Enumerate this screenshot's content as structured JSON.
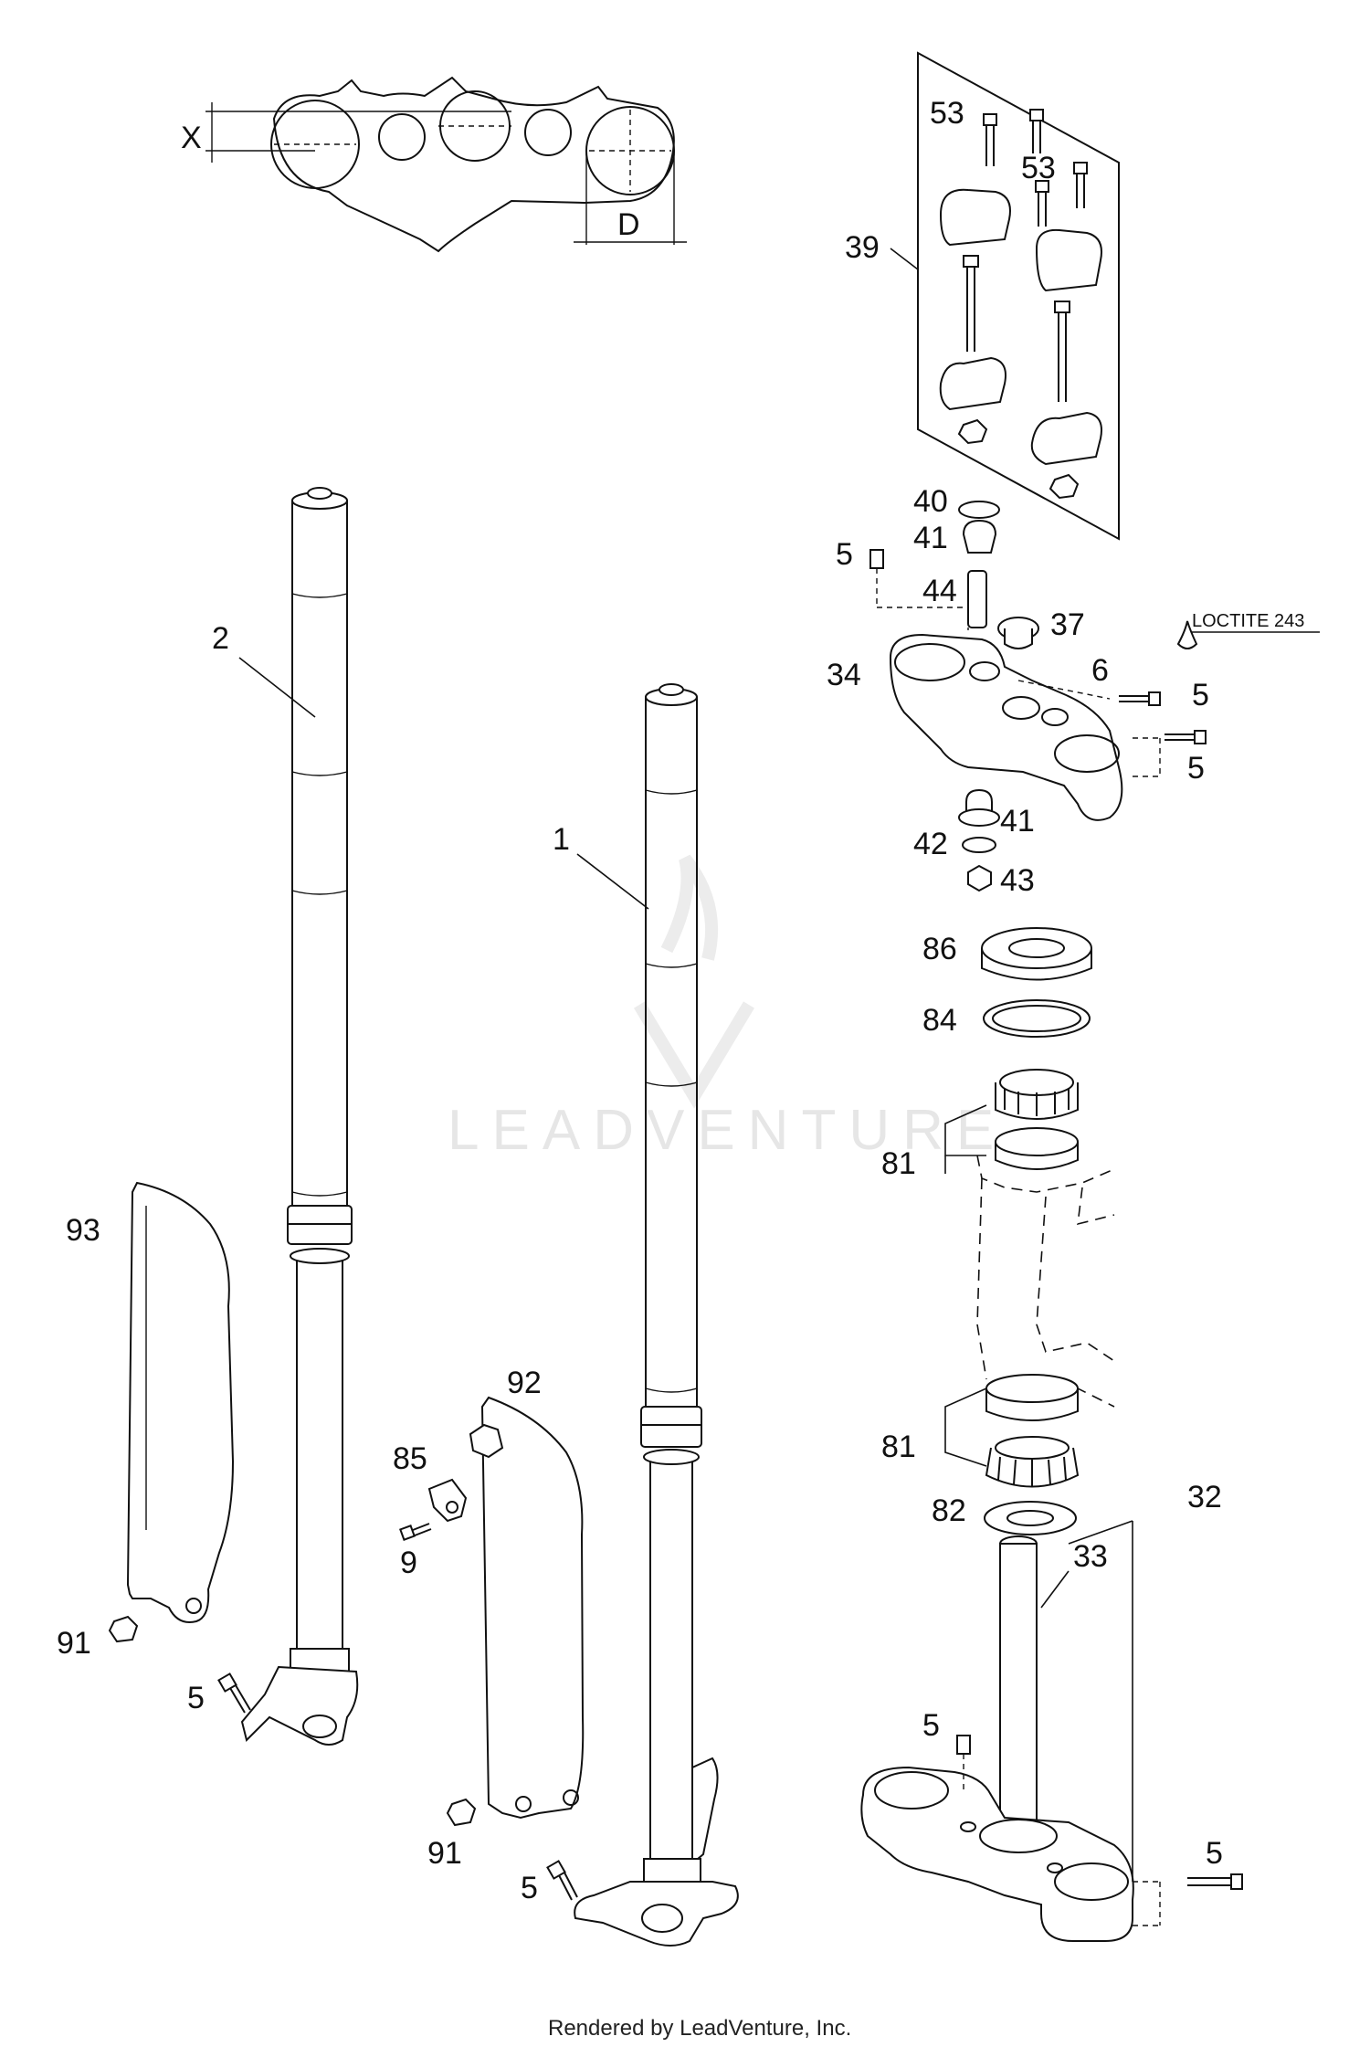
{
  "diagram": {
    "watermark": "LEADVENTURE",
    "footer": "Rendered by LeadVenture, Inc.",
    "note": "LOCTITE 243",
    "dimension_labels": {
      "x": "X",
      "d": "D"
    },
    "callouts": [
      {
        "id": "c53a",
        "text": "53"
      },
      {
        "id": "c53b",
        "text": "53"
      },
      {
        "id": "c39",
        "text": "39"
      },
      {
        "id": "c40",
        "text": "40"
      },
      {
        "id": "c41a",
        "text": "41"
      },
      {
        "id": "c5a",
        "text": "5"
      },
      {
        "id": "c44",
        "text": "44"
      },
      {
        "id": "c37",
        "text": "37"
      },
      {
        "id": "c34",
        "text": "34"
      },
      {
        "id": "c6",
        "text": "6"
      },
      {
        "id": "c5b",
        "text": "5"
      },
      {
        "id": "c5c",
        "text": "5"
      },
      {
        "id": "c41b",
        "text": "41"
      },
      {
        "id": "c42",
        "text": "42"
      },
      {
        "id": "c43",
        "text": "43"
      },
      {
        "id": "c86",
        "text": "86"
      },
      {
        "id": "c84",
        "text": "84"
      },
      {
        "id": "c81a",
        "text": "81"
      },
      {
        "id": "c81b",
        "text": "81"
      },
      {
        "id": "c82",
        "text": "82"
      },
      {
        "id": "c32",
        "text": "32"
      },
      {
        "id": "c33",
        "text": "33"
      },
      {
        "id": "c5d",
        "text": "5"
      },
      {
        "id": "c5e",
        "text": "5"
      },
      {
        "id": "c2",
        "text": "2"
      },
      {
        "id": "c1",
        "text": "1"
      },
      {
        "id": "c93",
        "text": "93"
      },
      {
        "id": "c92",
        "text": "92"
      },
      {
        "id": "c85",
        "text": "85"
      },
      {
        "id": "c9",
        "text": "9"
      },
      {
        "id": "c91a",
        "text": "91"
      },
      {
        "id": "c91b",
        "text": "91"
      },
      {
        "id": "c5f",
        "text": "5"
      },
      {
        "id": "c5g",
        "text": "5"
      }
    ]
  }
}
